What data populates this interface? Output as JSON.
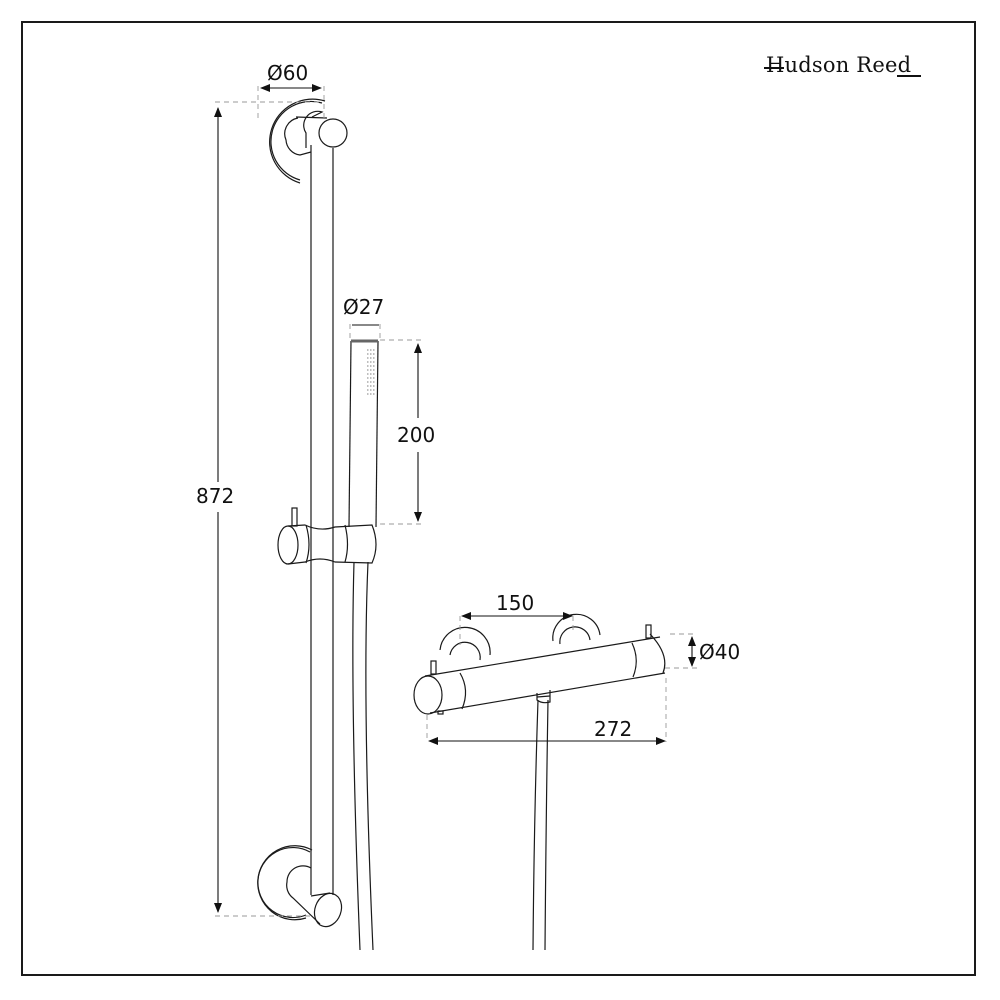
{
  "brand": {
    "name": "Hudson Reed"
  },
  "dimensions": {
    "rail_height": "872",
    "bracket_diameter": "Ø60",
    "handset_diameter": "Ø27",
    "handset_length": "200",
    "valve_centres": "150",
    "valve_width": "272",
    "valve_body_diameter": "Ø40"
  },
  "components": [
    "slide-rail",
    "wall-bracket-top",
    "wall-bracket-bottom",
    "handset-holder",
    "hand-shower",
    "shower-hose",
    "thermostatic-bar-valve"
  ],
  "colors": {
    "line": "#1a1a1a",
    "dash": "#9a9a9a"
  }
}
